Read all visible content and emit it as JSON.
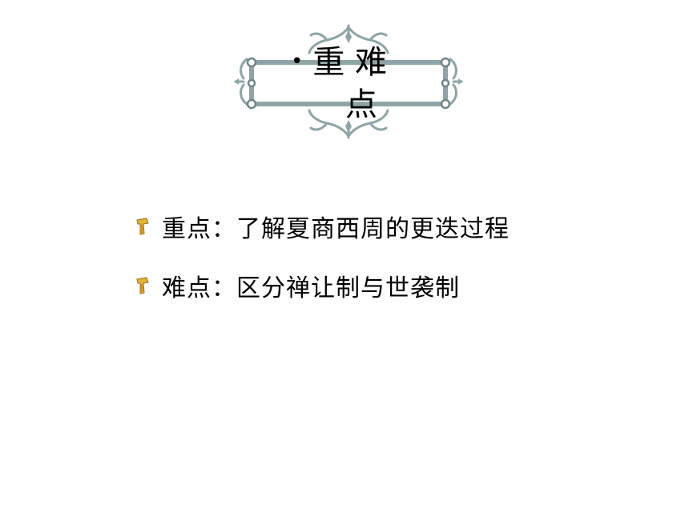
{
  "slide": {
    "title": {
      "bullet": "•",
      "line1": "重 难",
      "line2": "点"
    },
    "items": [
      {
        "icon": "scroll-bullet-icon",
        "text": "重点：了解夏商西周的更迭过程"
      },
      {
        "icon": "scroll-bullet-icon",
        "text": "难点：区分禅让制与世袭制"
      }
    ],
    "colors": {
      "frame": "#8fa4a6",
      "frame_dark": "#6f8587",
      "bullet_gold": "#e0b53a",
      "bullet_brown": "#a06a1c"
    }
  }
}
